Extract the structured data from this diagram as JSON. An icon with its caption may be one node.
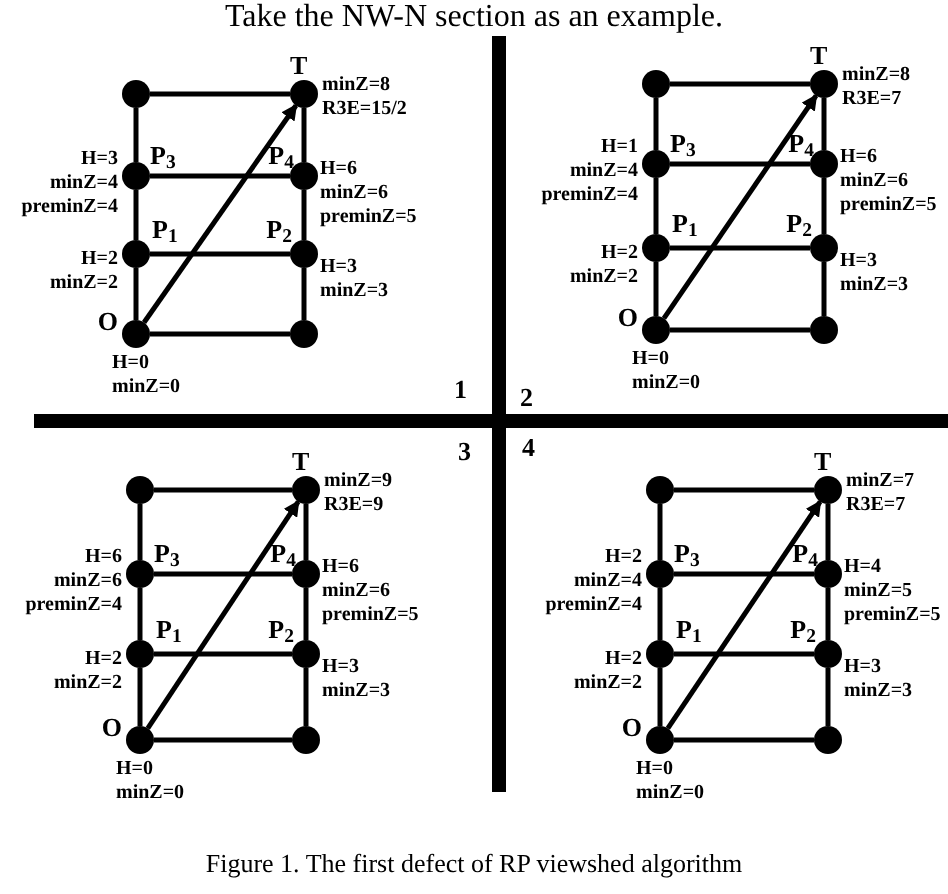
{
  "diagram": {
    "caption": "Figure 1.   The first defect of RP viewshed algorithm",
    "nodes": [
      {
        "text": [],
        "shape": "circle"
      },
      {
        "text": [],
        "shape": "circle",
        "beside": [
          "T",
          "minZ=8 R3E=15/2"
        ]
      },
      {
        "text": [],
        "shape": "circle",
        "beside": [
          "P$_{3}$",
          "H=3 minZ=4 preminZ=4"
        ]
      },
      {
        "text": [],
        "shape": "circle",
        "beside": [
          "P$_{4}$",
          "H=6 minZ=6 preminZ=5"
        ]
      },
      {
        "text": [],
        "shape": "circle",
        "beside": [
          "P$_{1}$",
          "H=2 minZ=2"
        ]
      },
      {
        "text": [],
        "shape": "circle",
        "beside": [
          "P$_{2}$",
          "H=3 minZ=3"
        ]
      },
      {
        "text": [],
        "shape": "circle",
        "beside": [
          "O",
          "H=0 minZ=0"
        ]
      },
      {
        "text": [],
        "shape": "circle"
      },
      {
        "text": [],
        "shape": "circle"
      },
      {
        "text": [],
        "shape": "circle",
        "beside": [
          "T",
          "minZ=8 R3E=7"
        ]
      },
      {
        "text": [],
        "shape": "circle",
        "beside": [
          "P$_{3}$",
          "H=1 minZ=4 preminZ=4"
        ]
      },
      {
        "text": [],
        "shape": "circle",
        "beside": [
          "P$_{4}$",
          "H=6 minZ=6 preminZ=5"
        ]
      },
      {
        "text": [],
        "shape": "circle",
        "beside": [
          "P$_{1}$",
          "H=2 minZ=2"
        ]
      },
      {
        "text": [],
        "shape": "circle",
        "beside": [
          "P$_{2}$",
          "H=3 minZ=3"
        ]
      },
      {
        "text": [],
        "shape": "circle",
        "beside": [
          "O",
          "H=0 minZ=0"
        ]
      },
      {
        "text": [],
        "shape": "circle"
      },
      {
        "text": [],
        "shape": "circle"
      },
      {
        "text": [],
        "shape": "circle",
        "beside": [
          "T",
          "minZ=9 R3E=9"
        ]
      },
      {
        "text": [],
        "shape": "circle",
        "beside": [
          "P$_{3}$",
          "H=6 minZ=6 preminZ=4"
        ]
      },
      {
        "text": [],
        "shape": "circle",
        "beside": [
          "P$_{4}$",
          "H=6 minZ=6 preminZ=5"
        ]
      },
      {
        "text": [],
        "shape": "circle",
        "beside": [
          "P$_{1}$",
          "H=2 minZ=2"
        ]
      },
      {
        "text": [],
        "shape": "circle",
        "beside": [
          "P$_{2}$",
          "H=3 minZ=3"
        ]
      },
      {
        "text": [],
        "shape": "circle",
        "beside": [
          "O",
          "H=0 minZ=0"
        ]
      },
      {
        "text": [],
        "shape": "circle"
      },
      {
        "text": [],
        "shape": "circle"
      },
      {
        "text": [],
        "shape": "circle",
        "beside": [
          "T",
          "minZ=7 R3E=7"
        ]
      },
      {
        "text": [],
        "shape": "circle",
        "beside": [
          "P$_{3}$",
          "H=2 minZ=4 preminZ=4"
        ]
      },
      {
        "text": [],
        "shape": "circle",
        "beside": [
          "P$_{4}$",
          "H=4 minZ=5 preminZ=5"
        ]
      },
      {
        "text": [],
        "shape": "circle",
        "beside": [
          "P$_{1}$",
          "H=2 minZ=2"
        ]
      },
      {
        "text": [],
        "shape": "circle",
        "beside": [
          "P$_{2}$",
          "H=3 minZ=3"
        ]
      },
      {
        "text": [],
        "shape": "circle",
        "beside": [
          "O",
          "H=0 minZ=0"
        ]
      },
      {
        "text": [],
        "shape": "circle"
      }
    ],
    "edges": [
      {
        "from": 0,
        "to": 1,
        "arrow": "none"
      },
      {
        "from": 2,
        "to": 3,
        "arrow": "none"
      },
      {
        "from": 4,
        "to": 5,
        "arrow": "none"
      },
      {
        "from": 6,
        "to": 7,
        "arrow": "none"
      },
      {
        "from": 0,
        "to": 2,
        "arrow": "none"
      },
      {
        "from": 2,
        "to": 4,
        "arrow": "none"
      },
      {
        "from": 4,
        "to": 6,
        "arrow": "none"
      },
      {
        "from": 1,
        "to": 3,
        "arrow": "none"
      },
      {
        "from": 3,
        "to": 5,
        "arrow": "none"
      },
      {
        "from": 5,
        "to": 7,
        "arrow": "none"
      },
      {
        "from": 6,
        "to": 1,
        "arrow": "to"
      },
      {
        "from": 8,
        "to": 9,
        "arrow": "none"
      },
      {
        "from": 10,
        "to": 11,
        "arrow": "none"
      },
      {
        "from": 12,
        "to": 13,
        "arrow": "none"
      },
      {
        "from": 14,
        "to": 15,
        "arrow": "none"
      },
      {
        "from": 8,
        "to": 10,
        "arrow": "none"
      },
      {
        "from": 10,
        "to": 12,
        "arrow": "none"
      },
      {
        "from": 12,
        "to": 14,
        "arrow": "none"
      },
      {
        "from": 9,
        "to": 11,
        "arrow": "none"
      },
      {
        "from": 11,
        "to": 13,
        "arrow": "none"
      },
      {
        "from": 13,
        "to": 15,
        "arrow": "none"
      },
      {
        "from": 14,
        "to": 9,
        "arrow": "to"
      },
      {
        "from": 16,
        "to": 17,
        "arrow": "none"
      },
      {
        "from": 18,
        "to": 19,
        "arrow": "none"
      },
      {
        "from": 20,
        "to": 21,
        "arrow": "none"
      },
      {
        "from": 22,
        "to": 23,
        "arrow": "none"
      },
      {
        "from": 16,
        "to": 18,
        "arrow": "none"
      },
      {
        "from": 18,
        "to": 20,
        "arrow": "none"
      },
      {
        "from": 20,
        "to": 22,
        "arrow": "none"
      },
      {
        "from": 17,
        "to": 19,
        "arrow": "none"
      },
      {
        "from": 19,
        "to": 21,
        "arrow": "none"
      },
      {
        "from": 21,
        "to": 23,
        "arrow": "none"
      },
      {
        "from": 22,
        "to": 17,
        "arrow": "to"
      },
      {
        "from": 24,
        "to": 25,
        "arrow": "none"
      },
      {
        "from": 26,
        "to": 27,
        "arrow": "none"
      },
      {
        "from": 28,
        "to": 29,
        "arrow": "none"
      },
      {
        "from": 30,
        "to": 31,
        "arrow": "none"
      },
      {
        "from": 24,
        "to": 26,
        "arrow": "none"
      },
      {
        "from": 26,
        "to": 28,
        "arrow": "none"
      },
      {
        "from": 28,
        "to": 30,
        "arrow": "none"
      },
      {
        "from": 25,
        "to": 27,
        "arrow": "none"
      },
      {
        "from": 27,
        "to": 29,
        "arrow": "none"
      },
      {
        "from": 29,
        "to": 31,
        "arrow": "none"
      },
      {
        "from": 30,
        "to": 25,
        "arrow": "to"
      }
    ],
    "labels": [
      "Take the NW-N section as an example.",
      "1",
      "2",
      "3",
      "4"
    ]
  }
}
